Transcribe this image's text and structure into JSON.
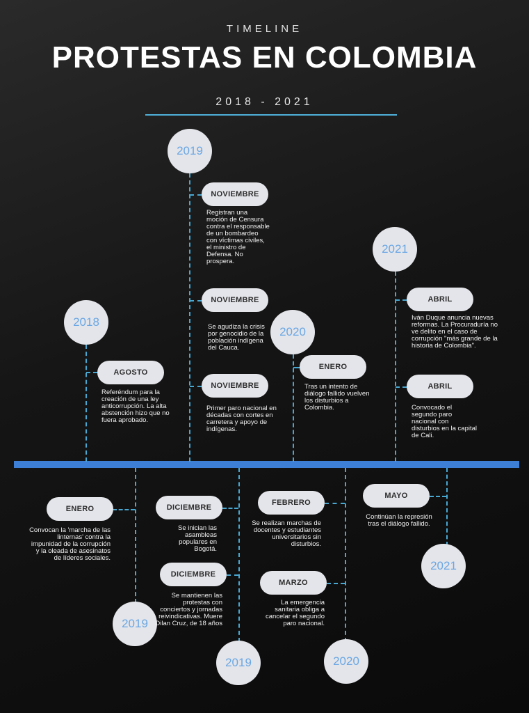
{
  "header": {
    "kicker": "TIMELINE",
    "title": "PROTESTAS EN COLOMBIA",
    "years": "2018  -  2021"
  },
  "colors": {
    "accent": "#49a8d2",
    "axis": "#3d7fd6",
    "circle": "#e4e5ea",
    "year_text": "#6aa7e4"
  },
  "above": {
    "y2018": {
      "year": "2018",
      "events": [
        {
          "month": "AGOSTO",
          "text": "Referéndum para la creación de una ley anticorrupción. La alta abstención hizo que no fuera aprobado."
        }
      ]
    },
    "y2019": {
      "year": "2019",
      "events": [
        {
          "month": "NOVIEMBRE",
          "text": "Registran una moción de Censura contra el responsable de un bombardeo con víctimas civiles, el ministro de Defensa. No prospera."
        },
        {
          "month": "NOVIEMBRE",
          "text": "Se agudiza la crisis por genocidio de la población indígena del Cauca."
        },
        {
          "month": "NOVIEMBRE",
          "text": "Primer paro nacional en décadas con cortes en carretera y apoyo de indígenas."
        }
      ]
    },
    "y2020": {
      "year": "2020",
      "events": [
        {
          "month": "ENERO",
          "text": "Tras un intento de diálogo fallido vuelven los disturbios a Colombia."
        }
      ]
    },
    "y2021": {
      "year": "2021",
      "events": [
        {
          "month": "ABRIL",
          "text": "Iván Duque anuncia nuevas reformas. La Procuraduría no ve delito en el caso de corrupción \"más grande de la historia de Colombia\"."
        },
        {
          "month": "ABRIL",
          "text": "Convocado el segundo paro nacional con disturbios en la capital de Cali."
        }
      ]
    }
  },
  "below": {
    "b2019a": {
      "year": "2019",
      "events": [
        {
          "month": "ENERO",
          "text": "Convocan la 'marcha de las linternas' contra la impunidad de la corrupción y la oleada de asesinatos de líderes sociales."
        }
      ]
    },
    "b2019b": {
      "year": "2019",
      "events": [
        {
          "month": "DICIEMBRE",
          "text": "Se inician las asambleas populares en Bogotá."
        },
        {
          "month": "DICIEMBRE",
          "text": "Se mantienen las protestas con conciertos y jornadas reivindicativas. Muere Dilan Cruz, de 18 años"
        }
      ]
    },
    "b2020": {
      "year": "2020",
      "events": [
        {
          "month": "FEBRERO",
          "text": "Se realizan marchas de docentes y estudiantes universitarios sin disturbios."
        },
        {
          "month": "MARZO",
          "text": "La emergencia sanitaria obliga a cancelar el segundo paro nacional."
        }
      ]
    },
    "b2021": {
      "year": "2021",
      "events": [
        {
          "month": "MAYO",
          "text": "Continúan la represión tras el diálogo fallido."
        }
      ]
    }
  }
}
